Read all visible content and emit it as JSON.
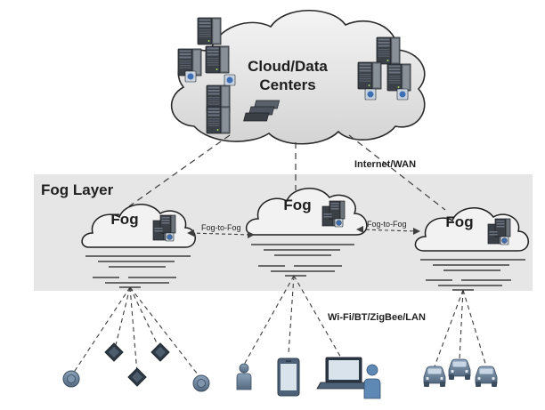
{
  "cloud": {
    "title_line1": "Cloud/Data",
    "title_line2": "Centers"
  },
  "fog_layer": {
    "title": "Fog Layer",
    "node_label": "Fog",
    "nodes": [
      {
        "label": "Fog"
      },
      {
        "label": "Fog"
      },
      {
        "label": "Fog"
      }
    ]
  },
  "links": {
    "internet_wan": "Internet/WAN",
    "fog_to_fog_left": "Fog-to-Fog",
    "fog_to_fog_right": "Fog-to-Fog",
    "wifi_bt_zigbee_lan": "Wi-Fi/BT/ZigBee/LAN"
  },
  "colors": {
    "fog_band": "#e6e6e6",
    "device_blue": "#6f8aa6",
    "device_dark": "#4d6279",
    "server_dark": "#3a3f45",
    "line": "#3d3d3d"
  },
  "icons": {
    "servers": "server-rack-icon",
    "sensor": "round-sensor-icon",
    "actuator": "diamond-sensor-icon",
    "person": "person-icon",
    "phone": "smartphone-icon",
    "laptop": "laptop-user-icon",
    "car": "car-icon"
  }
}
